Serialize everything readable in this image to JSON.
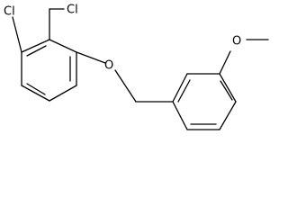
{
  "molecule": {
    "atoms": {
      "cl_ring": "Cl",
      "cl_methyl": "Cl",
      "ether_o": "O",
      "methoxy_o": "O"
    },
    "colors": {
      "bond": "#000000",
      "text": "#000000",
      "background": "#ffffff"
    }
  }
}
